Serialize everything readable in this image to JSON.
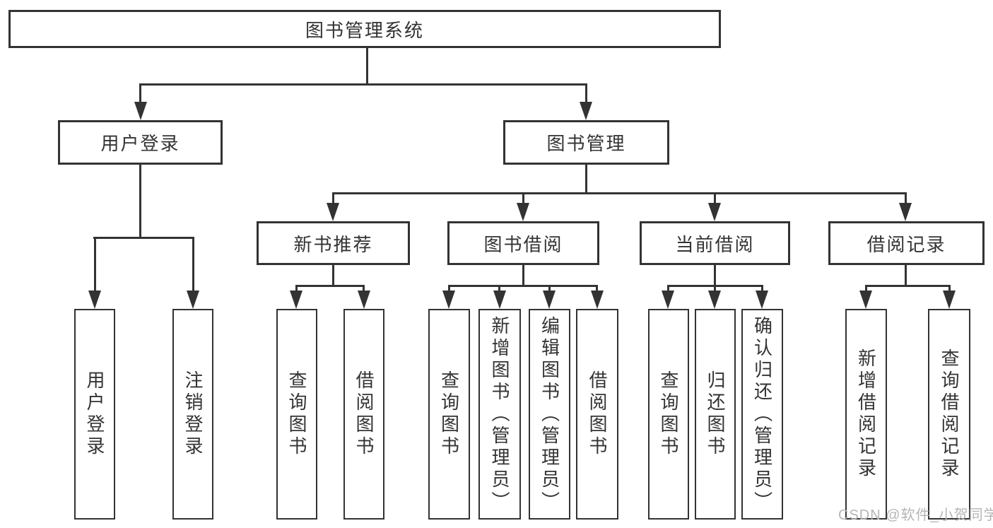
{
  "tree": {
    "root": {
      "label": "图书管理系统"
    },
    "children": [
      {
        "label": "用户登录",
        "children": [
          {
            "label": "用户登录"
          },
          {
            "label": "注销登录"
          }
        ]
      },
      {
        "label": "图书管理",
        "children": [
          {
            "label": "新书推荐",
            "children": [
              {
                "label": "查询图书"
              },
              {
                "label": "借阅图书"
              }
            ]
          },
          {
            "label": "图书借阅",
            "children": [
              {
                "label": "查询图书"
              },
              {
                "label": "新增图书（管理员）"
              },
              {
                "label": "编辑图书（管理员）"
              },
              {
                "label": "借阅图书"
              }
            ]
          },
          {
            "label": "当前借阅",
            "children": [
              {
                "label": "查询图书"
              },
              {
                "label": "归还图书"
              },
              {
                "label": "确认归还（管理员）"
              }
            ]
          },
          {
            "label": "借阅记录",
            "children": [
              {
                "label": "新增借阅记录"
              },
              {
                "label": "查询借阅记录"
              }
            ]
          }
        ]
      }
    ]
  },
  "watermark": {
    "text": "CSDN @软件_小贺同学"
  },
  "colors": {
    "line": "#333333",
    "box_border": "#333333",
    "box_fill": "#ffffff",
    "text": "#333333",
    "watermark": "#b5b5b5"
  }
}
